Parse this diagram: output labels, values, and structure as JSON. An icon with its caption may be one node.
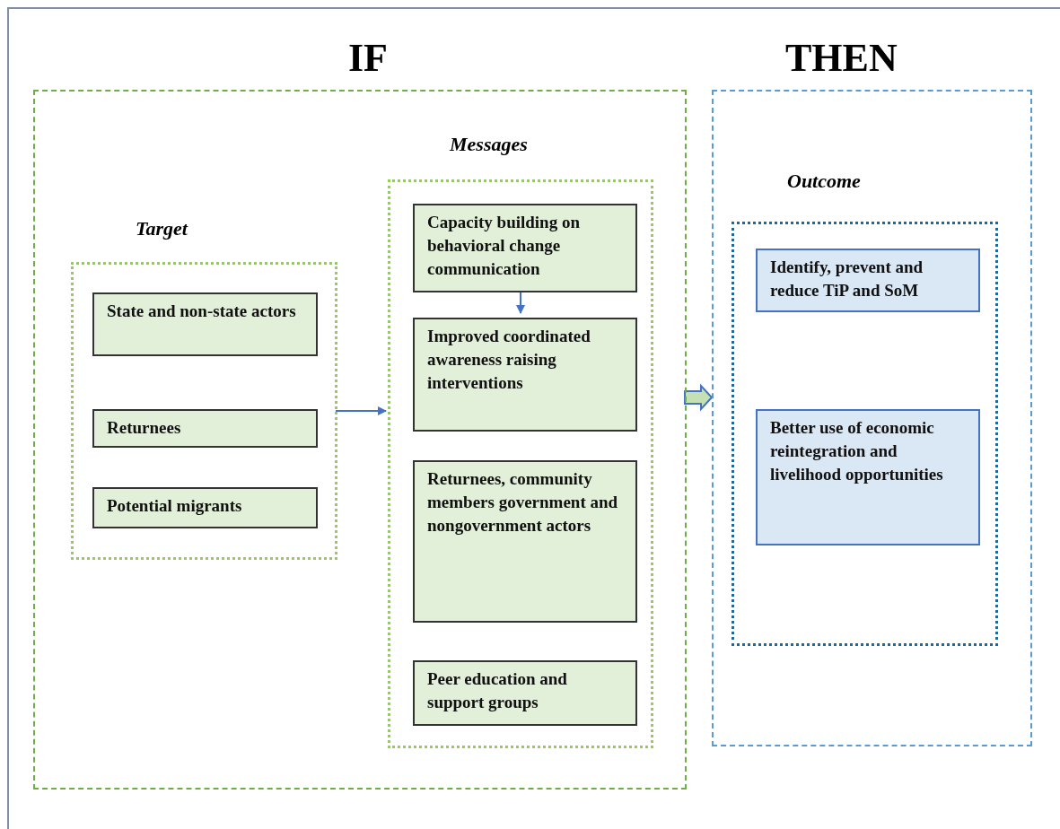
{
  "diagram": {
    "nodes": [
      {
        "text": [
          "IF"
        ]
      },
      {
        "text": [
          "THEN"
        ]
      },
      {
        "text": [
          "Target"
        ],
        "in": 0
      },
      {
        "text": [
          "State and non-state actors"
        ],
        "in": 2
      },
      {
        "text": [
          "Returnees"
        ],
        "in": 2
      },
      {
        "text": [
          "Potential migrants"
        ],
        "in": 2
      },
      {
        "text": [
          "Messages"
        ],
        "in": 0
      },
      {
        "text": [
          "Capacity building on behavioral change communication"
        ],
        "in": 6
      },
      {
        "text": [
          "Improved coordinated awareness raising interventions"
        ],
        "in": 6
      },
      {
        "text": [
          "Returnees, community members government and nongovernment actors"
        ],
        "in": 6
      },
      {
        "text": [
          "Peer education and support groups"
        ],
        "in": 6
      },
      {
        "text": [
          "Outcome"
        ],
        "in": 1
      },
      {
        "text": [
          "Identify, prevent and reduce TiP and SoM"
        ],
        "in": 11
      },
      {
        "text": [
          "Better use of economic reintegration and livelihood opportunities"
        ],
        "in": 11
      }
    ],
    "edges": [
      {
        "from": 2,
        "to": 6,
        "arrow": "to"
      },
      {
        "from": 7,
        "to": 8,
        "arrow": "to"
      },
      {
        "from": 0,
        "to": 1,
        "arrow": "to",
        "style": "thick",
        "color": "#c5e0b4"
      }
    ]
  }
}
